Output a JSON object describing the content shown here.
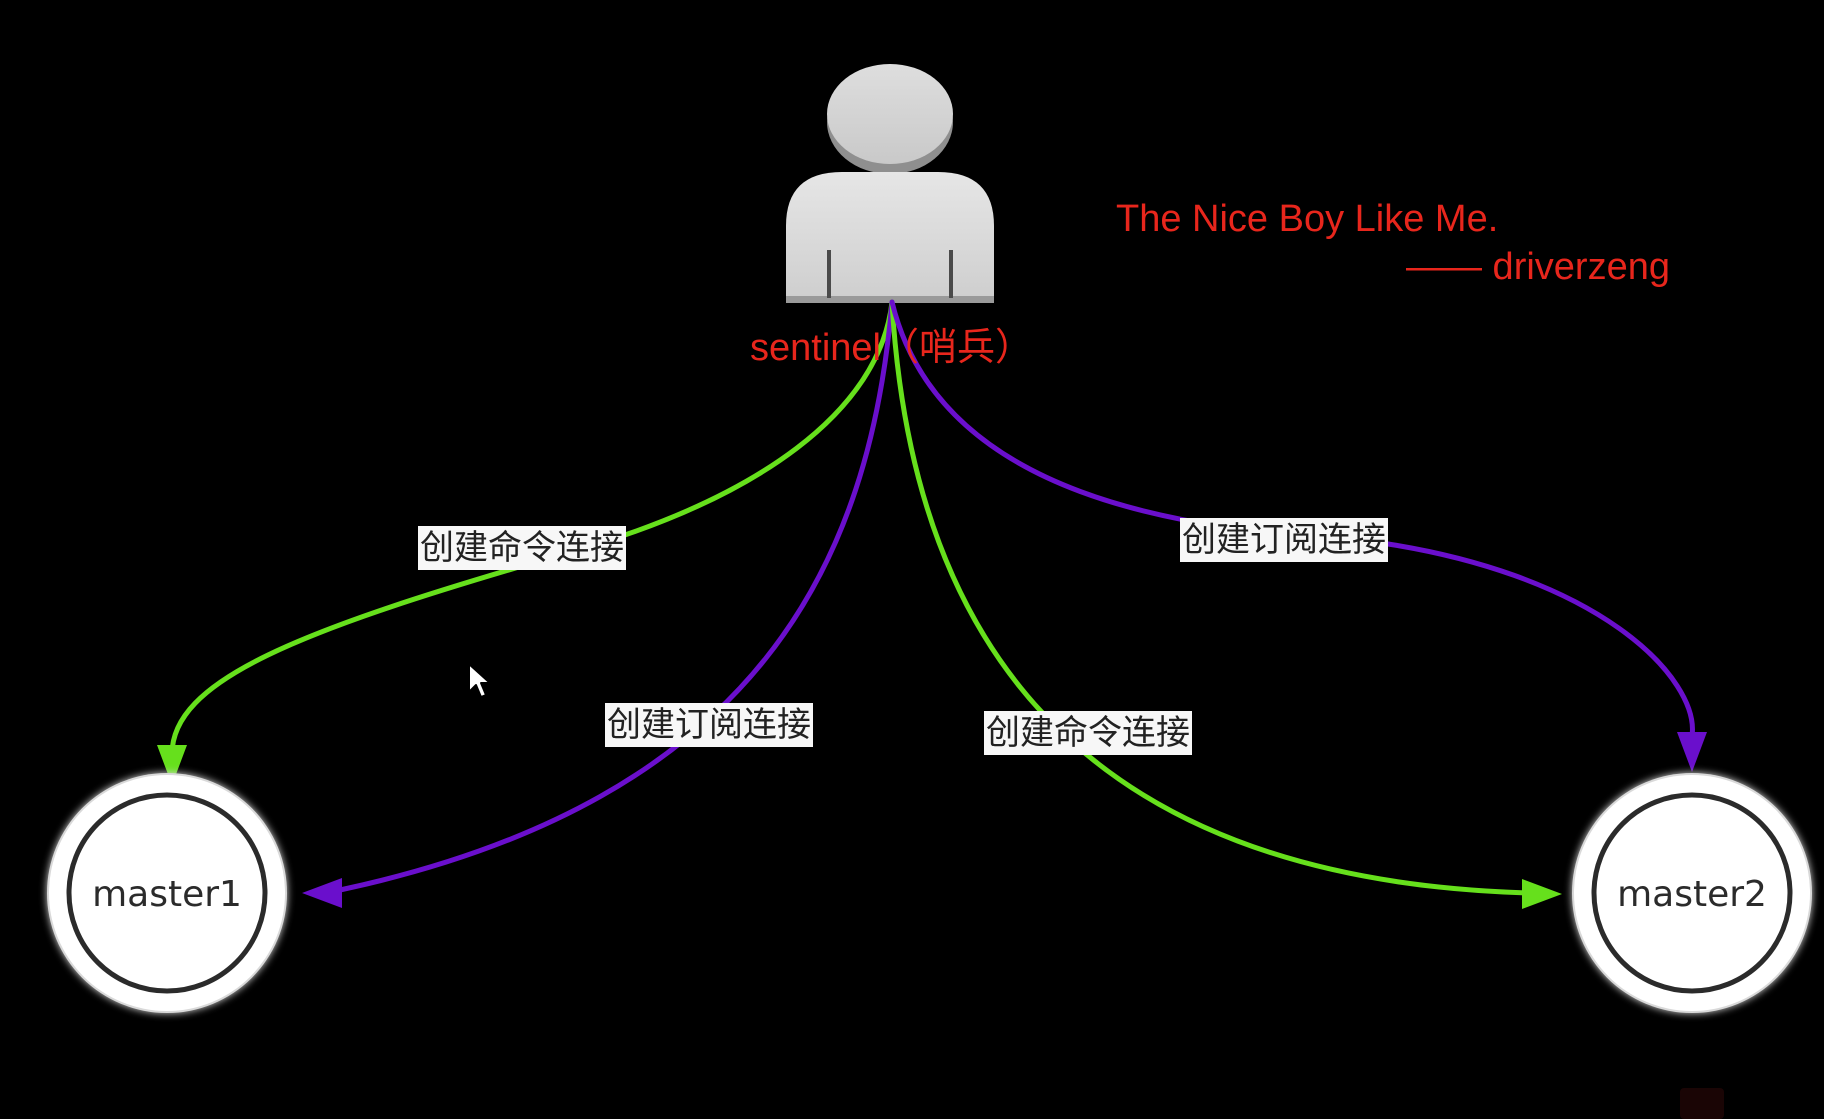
{
  "colors": {
    "background": "#000000",
    "command_link": "#66e01c",
    "subscribe_link": "#6a0fcc",
    "annotation_red": "#e8261c",
    "node_fill": "#ffffff",
    "label_bg": "#f7f7f7"
  },
  "sentinel": {
    "icon": "person-icon",
    "label": "sentinel（哨兵）"
  },
  "quote": {
    "line1": "The Nice Boy Like Me.",
    "line2": "—— driverzeng"
  },
  "nodes": [
    {
      "id": "master1",
      "label": "master1"
    },
    {
      "id": "master2",
      "label": "master2"
    }
  ],
  "edges": [
    {
      "from": "sentinel",
      "to": "master1",
      "kind": "command",
      "label": "创建命令连接"
    },
    {
      "from": "sentinel",
      "to": "master1",
      "kind": "subscribe",
      "label": "创建订阅连接"
    },
    {
      "from": "sentinel",
      "to": "master2",
      "kind": "command",
      "label": "创建命令连接"
    },
    {
      "from": "sentinel",
      "to": "master2",
      "kind": "subscribe",
      "label": "创建订阅连接"
    }
  ]
}
